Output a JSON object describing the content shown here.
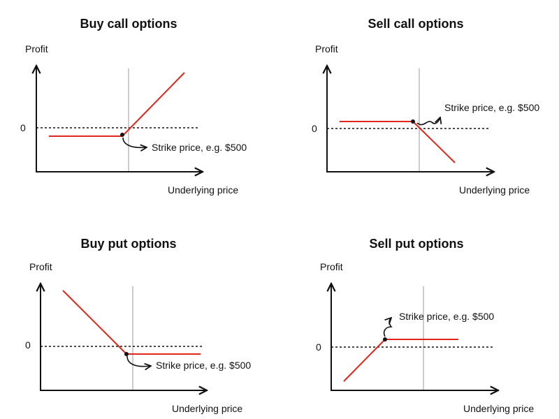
{
  "colors": {
    "payoff": "#e0251b",
    "axis": "#111111",
    "strike_line": "#bfbfbf"
  },
  "panels": [
    {
      "title": "Buy call options",
      "ylabel": "Profit",
      "xlabel": "Underlying price",
      "zero_label": "0",
      "strike_label": "Strike price, e.g. $500",
      "payoff_shape": "flat loss below strike, rising profit above strike"
    },
    {
      "title": "Sell call options",
      "ylabel": "Profit",
      "xlabel": "Underlying price",
      "zero_label": "0",
      "strike_label": "Strike price, e.g. $500",
      "payoff_shape": "flat profit below strike, falling into loss above strike"
    },
    {
      "title": "Buy put options",
      "ylabel": "Profit",
      "xlabel": "Underlying price",
      "zero_label": "0",
      "strike_label": "Strike price, e.g. $500",
      "payoff_shape": "falling profit as price rises to strike, flat loss above strike"
    },
    {
      "title": "Sell put options",
      "ylabel": "Profit",
      "xlabel": "Underlying price",
      "zero_label": "0",
      "strike_label": "Strike price, e.g. $500",
      "payoff_shape": "rising from loss to strike, flat profit above strike"
    }
  ]
}
